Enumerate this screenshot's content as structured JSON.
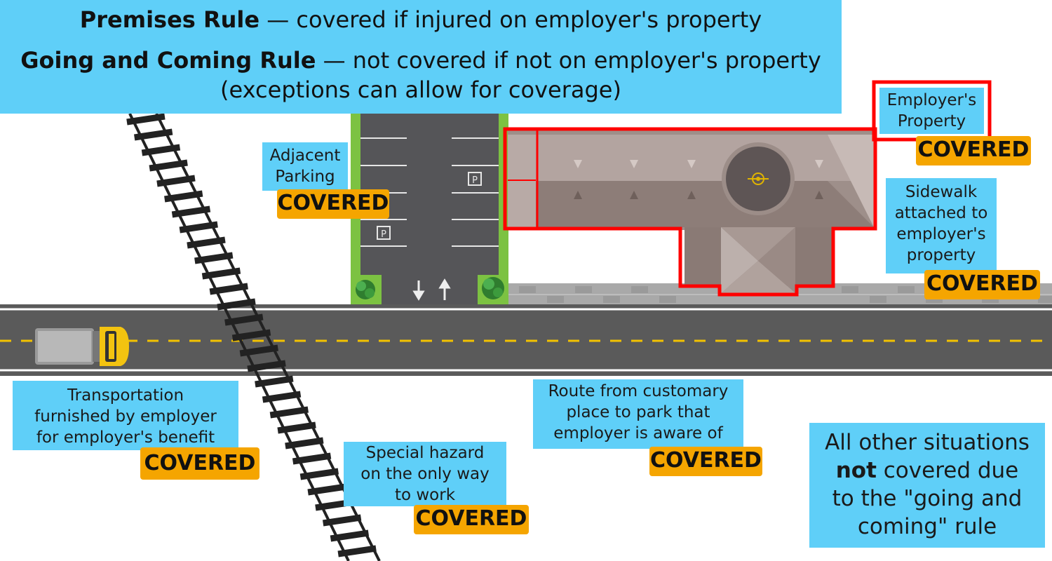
{
  "header": {
    "premises_title": "Premises Rule",
    "premises_text": " — covered if injured on employer's property",
    "going_title": "Going and Coming Rule",
    "going_text": " — not covered if not on employer's property",
    "exceptions": "(exceptions can allow for coverage)"
  },
  "labels": {
    "employer_property": [
      "Employer's",
      "Property"
    ],
    "adjacent_parking": [
      "Adjacent",
      "Parking"
    ],
    "sidewalk": [
      "Sidewalk",
      "attached to",
      "employer's",
      "property"
    ],
    "transportation": [
      "Transportation",
      "furnished by employer",
      "for employer's benefit"
    ],
    "special_hazard": [
      "Special hazard",
      "on the only way",
      "to work"
    ],
    "route": [
      "Route from customary",
      "place to park that",
      "employer is aware of"
    ],
    "covered": "COVERED"
  },
  "other": {
    "line1": "All other situations",
    "not_word": "not",
    "line2_rest": " covered due",
    "line3": "to the \"going and",
    "line4": "coming\" rule"
  },
  "colors": {
    "label_blue": "#5fcff8",
    "covered_orange": "#f5a500",
    "property_outline": "#ff0000",
    "road": "#5a5a5a",
    "grass": "#7cc242"
  },
  "icons": [
    "parking-sign-icon",
    "arrow-up-icon",
    "arrow-down-icon",
    "bush-icon",
    "car-icon",
    "rail-track",
    "roof-vent-icon"
  ]
}
